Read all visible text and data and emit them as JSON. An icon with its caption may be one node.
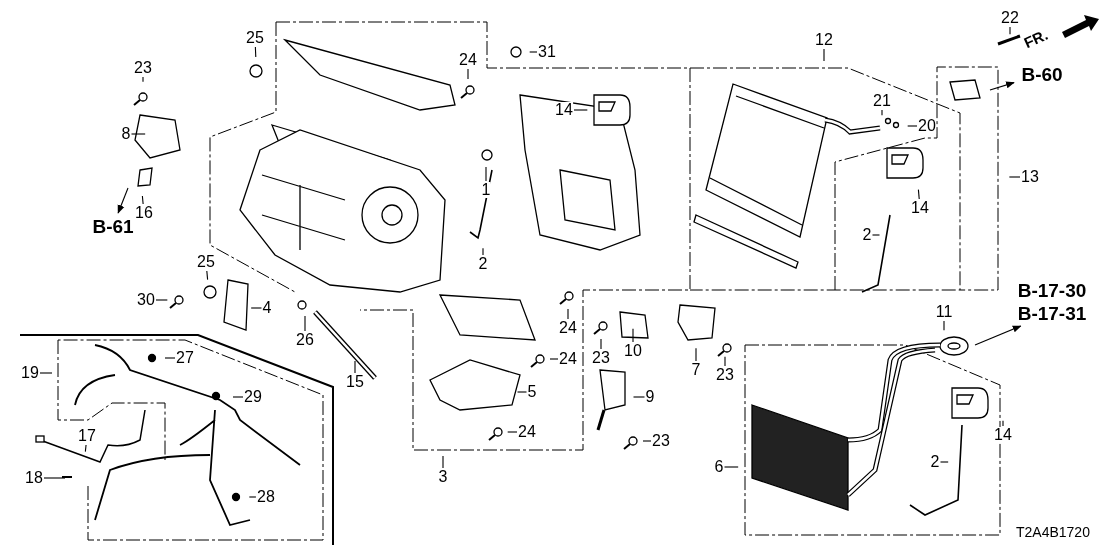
{
  "diagram": {
    "nodes": [
      {
        "text": [
          "25"
        ]
      },
      {
        "text": [
          "31"
        ]
      },
      {
        "text": [
          "22"
        ]
      },
      {
        "text": [
          "12"
        ]
      },
      {
        "text": [
          "23"
        ]
      },
      {
        "text": [
          "24"
        ]
      },
      {
        "text": [
          "B-60"
        ]
      },
      {
        "text": [
          "8"
        ]
      },
      {
        "text": [
          "14"
        ]
      },
      {
        "text": [
          "21"
        ]
      },
      {
        "text": [
          "20"
        ]
      },
      {
        "text": [
          "1"
        ]
      },
      {
        "text": [
          "13"
        ]
      },
      {
        "text": [
          "16"
        ]
      },
      {
        "text": [
          "14"
        ]
      },
      {
        "text": [
          "B-61"
        ]
      },
      {
        "text": [
          "2"
        ]
      },
      {
        "text": [
          "2"
        ]
      },
      {
        "text": [
          "25"
        ]
      },
      {
        "text": [
          "30"
        ]
      },
      {
        "text": [
          "4"
        ]
      },
      {
        "text": [
          "24"
        ]
      },
      {
        "text": [
          "26"
        ]
      },
      {
        "text": [
          "11"
        ]
      },
      {
        "text": [
          "B-17-30"
        ]
      },
      {
        "text": [
          "B-17-31"
        ]
      },
      {
        "text": [
          "23"
        ]
      },
      {
        "text": [
          "10"
        ]
      },
      {
        "text": [
          "7"
        ]
      },
      {
        "text": [
          "23"
        ]
      },
      {
        "text": [
          "27"
        ]
      },
      {
        "text": [
          "19"
        ]
      },
      {
        "text": [
          "15"
        ]
      },
      {
        "text": [
          "24"
        ]
      },
      {
        "text": [
          "5"
        ]
      },
      {
        "text": [
          "9"
        ]
      },
      {
        "text": [
          "29"
        ]
      },
      {
        "text": [
          "14"
        ]
      },
      {
        "text": [
          "17"
        ]
      },
      {
        "text": [
          "24"
        ]
      },
      {
        "text": [
          "23"
        ]
      },
      {
        "text": [
          "6"
        ]
      },
      {
        "text": [
          "2"
        ]
      },
      {
        "text": [
          "18"
        ]
      },
      {
        "text": [
          "3"
        ]
      },
      {
        "text": [
          "28"
        ]
      }
    ],
    "edges": [
      {
        "from": 0,
        "to": null,
        "arrow": "none"
      },
      {
        "from": 1,
        "to": null,
        "arrow": "none"
      },
      {
        "from": 2,
        "to": null,
        "arrow": "none"
      },
      {
        "from": 3,
        "to": null,
        "arrow": "none"
      },
      {
        "from": 4,
        "to": null,
        "arrow": "none"
      },
      {
        "from": 5,
        "to": null,
        "arrow": "none"
      },
      {
        "from": null,
        "to": 6,
        "arrow": "to"
      },
      {
        "from": 7,
        "to": null,
        "arrow": "none"
      },
      {
        "from": 8,
        "to": null,
        "arrow": "none"
      },
      {
        "from": 9,
        "to": null,
        "arrow": "none"
      },
      {
        "from": 10,
        "to": null,
        "arrow": "none"
      },
      {
        "from": 11,
        "to": null,
        "arrow": "none"
      },
      {
        "from": 12,
        "to": null,
        "arrow": "none"
      },
      {
        "from": 13,
        "to": null,
        "arrow": "none"
      },
      {
        "from": 14,
        "to": null,
        "arrow": "none"
      },
      {
        "from": null,
        "to": 15,
        "arrow": "to"
      },
      {
        "from": 16,
        "to": null,
        "arrow": "none"
      },
      {
        "from": 17,
        "to": null,
        "arrow": "none"
      },
      {
        "from": 18,
        "to": null,
        "arrow": "none"
      },
      {
        "from": 19,
        "to": null,
        "arrow": "none"
      },
      {
        "from": 20,
        "to": null,
        "arrow": "none"
      },
      {
        "from": 21,
        "to": null,
        "arrow": "none"
      },
      {
        "from": 22,
        "to": null,
        "arrow": "none"
      },
      {
        "from": 23,
        "to": null,
        "arrow": "none"
      },
      {
        "from": null,
        "to": 25,
        "arrow": "to"
      },
      {
        "from": 26,
        "to": null,
        "arrow": "none"
      },
      {
        "from": 27,
        "to": null,
        "arrow": "none"
      },
      {
        "from": 28,
        "to": null,
        "arrow": "none"
      },
      {
        "from": 29,
        "to": null,
        "arrow": "none"
      },
      {
        "from": 30,
        "to": null,
        "arrow": "none"
      },
      {
        "from": 31,
        "to": null,
        "arrow": "none"
      },
      {
        "from": 32,
        "to": null,
        "arrow": "none"
      },
      {
        "from": 33,
        "to": null,
        "arrow": "none"
      },
      {
        "from": 34,
        "to": null,
        "arrow": "none"
      },
      {
        "from": 35,
        "to": null,
        "arrow": "none"
      },
      {
        "from": 36,
        "to": null,
        "arrow": "none"
      },
      {
        "from": 37,
        "to": null,
        "arrow": "none"
      },
      {
        "from": 38,
        "to": null,
        "arrow": "none"
      },
      {
        "from": 39,
        "to": null,
        "arrow": "none"
      },
      {
        "from": 40,
        "to": null,
        "arrow": "none"
      },
      {
        "from": 41,
        "to": null,
        "arrow": "none"
      },
      {
        "from": 42,
        "to": null,
        "arrow": "none"
      },
      {
        "from": 43,
        "to": null,
        "arrow": "none"
      },
      {
        "from": 44,
        "to": null,
        "arrow": "none"
      },
      {
        "from": 45,
        "to": null,
        "arrow": "none"
      }
    ],
    "labels": [
      "FR.",
      "T2A4B1720"
    ]
  }
}
